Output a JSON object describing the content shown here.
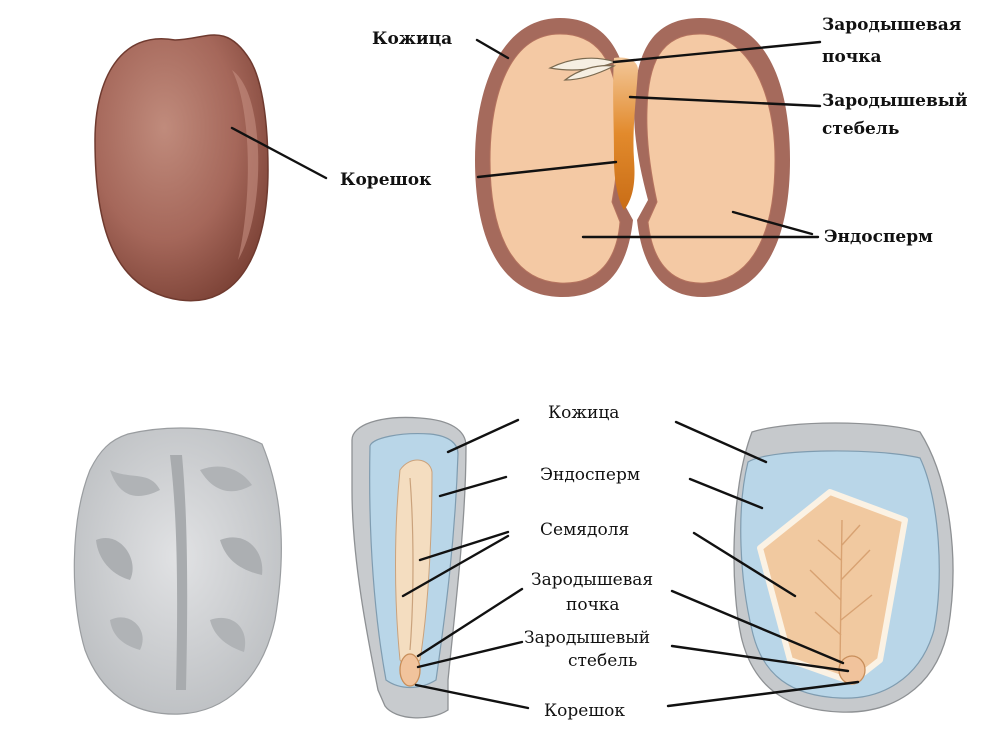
{
  "top_diagram": {
    "labels": {
      "skin": "Кожица",
      "bud": [
        "Зародышевая",
        "почка"
      ],
      "stem": [
        "Зародышевый",
        "стебель"
      ],
      "root": "Корешок",
      "endosperm": "Эндосперм"
    }
  },
  "bottom_diagram": {
    "labels": {
      "skin": "Кожица",
      "endosperm": "Эндосперм",
      "cotyledon": "Семядоля",
      "bud": [
        "Зародышевая",
        "почка"
      ],
      "stem": [
        "Зародышевый",
        "стебель"
      ],
      "root": "Корешок"
    }
  },
  "colors": {
    "bean_skin": "#a86a5c",
    "bean_flesh": "#f4c9a4",
    "embryo": "#e08a2e",
    "corn_skin": "#c9ccd0",
    "corn_endosperm": "#b9d6e8",
    "corn_embryo": "#f1c39c"
  }
}
